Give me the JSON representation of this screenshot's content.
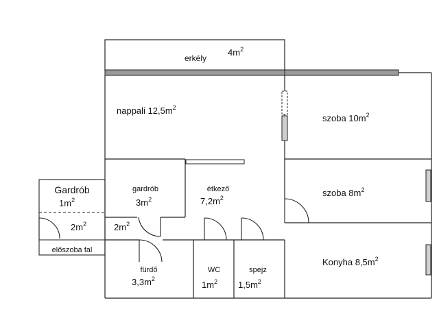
{
  "colors": {
    "wall": "#222222",
    "balcony_rail": "#9a9a9a",
    "window_fill": "#cfcfcf",
    "background": "#ffffff"
  },
  "rooms": {
    "erkely": {
      "name": "erkély",
      "area": "4m",
      "sup": "2"
    },
    "nappali": {
      "name": "nappali 12,5m",
      "sup": "2"
    },
    "szoba10": {
      "name": "szoba 10m",
      "sup": "2"
    },
    "szoba8": {
      "name": "szoba 8m",
      "sup": "2"
    },
    "konyha": {
      "name": "Konyha 8,5m",
      "sup": "2"
    },
    "gardrob_ext": {
      "name": "Gardrób",
      "area": "1m",
      "sup": "2"
    },
    "hall_small": {
      "area": "2m",
      "sup": "2"
    },
    "eloszoba_fal": {
      "name": "előszoba fal"
    },
    "gardrob": {
      "name": "gardrób",
      "area": "3m",
      "sup": "2"
    },
    "hall_mid": {
      "area": "2m",
      "sup": "2"
    },
    "etkezo": {
      "name": "étkező",
      "area": "7,2m",
      "sup": "2"
    },
    "furdo": {
      "name": "fürdő",
      "area": "3,3m",
      "sup": "2"
    },
    "wc": {
      "name": "WC",
      "area": "1m",
      "sup": "2"
    },
    "spejz": {
      "name": "spejz",
      "area": "1,5m",
      "sup": "2"
    }
  }
}
